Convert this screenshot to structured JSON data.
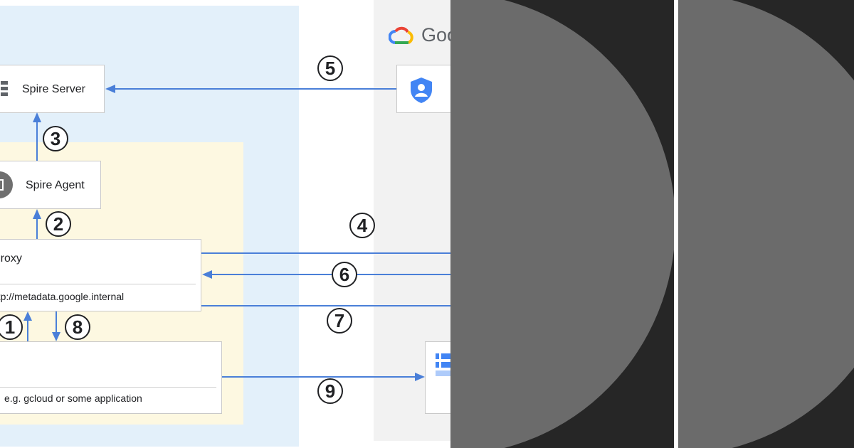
{
  "nodes": {
    "spire_server": "Spire Server",
    "spire_agent": "Spire Agent",
    "proxy_title": "Proxy",
    "proxy_url": "http://metadata.google.internal",
    "client_note": "e.g. gcloud or some application",
    "cloud_brand": "Goo"
  },
  "steps": [
    "1",
    "2",
    "3",
    "4",
    "5",
    "6",
    "7",
    "8",
    "9"
  ],
  "colors": {
    "arrow": "#4a7fd8",
    "blue_zone": "#e3f0fa",
    "yellow_zone": "#fdf8e1",
    "gray_zone": "#f2f2f2",
    "overlay_dark": "#262626",
    "overlay_circle": "#6b6b6b"
  },
  "icons": [
    "server-stack-icon",
    "chip-icon",
    "google-cloud-logo-icon",
    "shield-user-icon",
    "storage-icon"
  ]
}
